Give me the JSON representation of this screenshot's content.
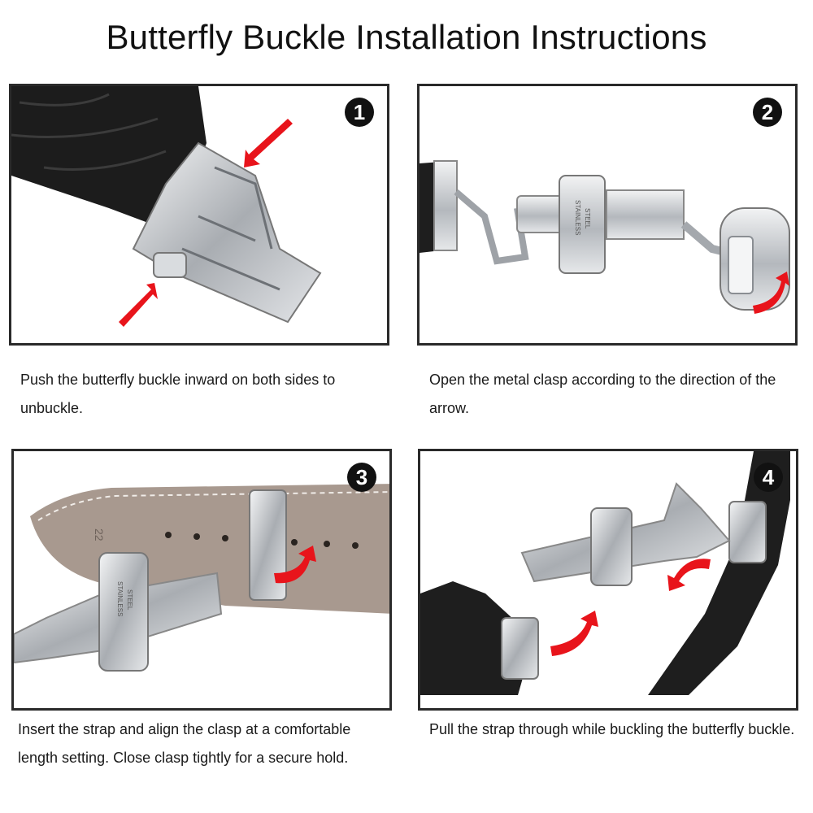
{
  "title": "Butterfly Buckle Installation Instructions",
  "steps": [
    {
      "number": "1",
      "caption": "Push the butterfly buckle inward on both sides to unbuckle."
    },
    {
      "number": "2",
      "caption": "Open the metal clasp according to the direction of the arrow."
    },
    {
      "number": "3",
      "caption": "Insert the strap and align the clasp at a comfortable length setting. Close clasp tightly for a secure hold."
    },
    {
      "number": "4",
      "caption": "Pull the strap through while buckling the butterfly buckle."
    }
  ],
  "engraving": {
    "line1": "STAINLESS",
    "line2": "STEEL"
  },
  "strap_size": "22",
  "colors": {
    "arrow": "#e8141b",
    "steel": "#c9ccd0",
    "leather_black": "#1e1e1e",
    "leather_taupe": "#a8998f",
    "frame": "#2a2a2a"
  }
}
